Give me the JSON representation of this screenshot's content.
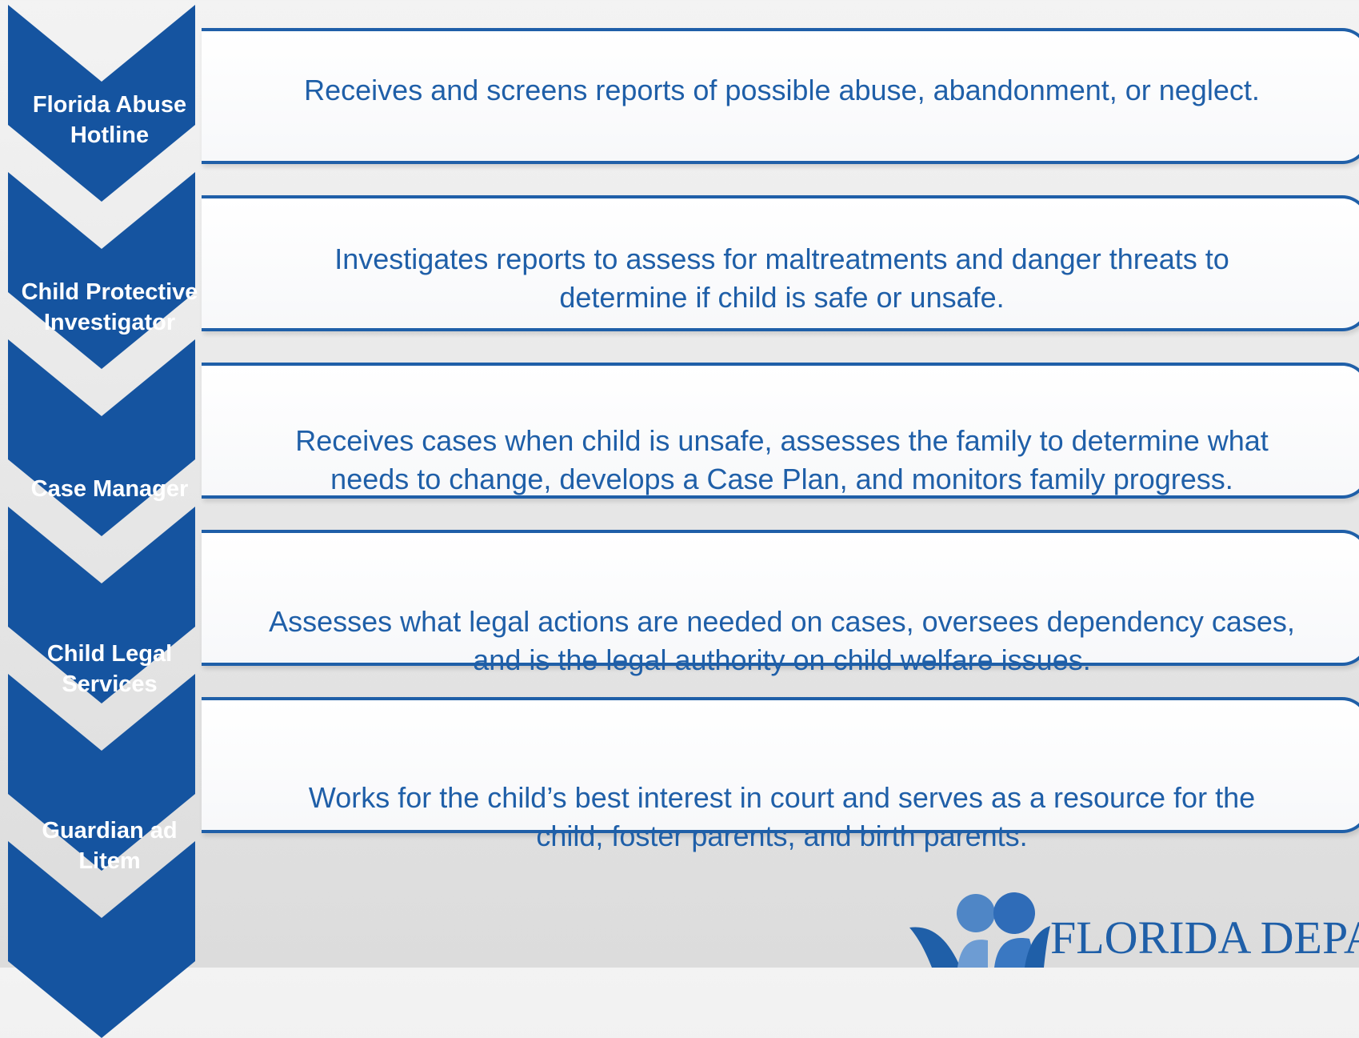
{
  "colors": {
    "chevron_fill": "#1554a0",
    "box_border": "#1f5fa8",
    "text_blue": "#1f5fa8",
    "label_text": "#ffffff"
  },
  "steps": [
    {
      "role": "Florida Abuse\nHotline",
      "description": "Receives and screens reports of possible abuse, abandonment, or neglect."
    },
    {
      "role": "Child Protective\nInvestigator",
      "description": "Investigates reports to assess for maltreatments and danger threats to\ndetermine if child is safe or unsafe."
    },
    {
      "role": "Case Manager",
      "description": "Receives cases when child is unsafe, assesses the family to determine what\nneeds to change, develops a Case Plan, and monitors family progress."
    },
    {
      "role": "Child Legal\nServices",
      "description": "Assesses what legal actions are needed on cases, oversees dependency cases,\nand is the legal authority on child welfare issues."
    },
    {
      "role": "Guardian ad\nLitem",
      "description": "Works for the child’s best interest in court and serves as a resource for the\nchild, foster parents, and birth parents."
    }
  ],
  "logo": {
    "text": "FLORIDA DEPAR",
    "icon": "people-figures-icon"
  }
}
